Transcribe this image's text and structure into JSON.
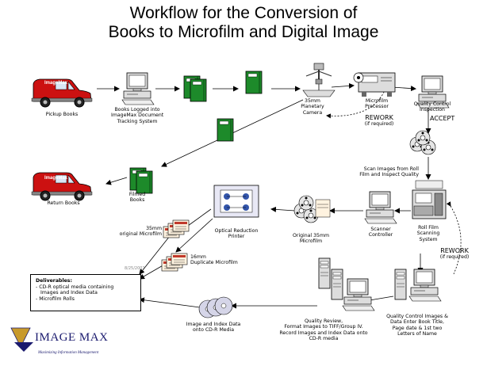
{
  "title": {
    "line1": "Workflow for the Conversion of",
    "line2": "Books to Microfilm and Digital Image"
  },
  "icons": {
    "van": "delivery-van-icon",
    "computer": "computer-icon",
    "binder": "binder-icon",
    "camera": "planetary-camera-icon",
    "processor": "microfilm-processor-icon",
    "film_reels": "film-reels-icon",
    "scanner": "film-scanner-icon",
    "cd": "cd-rom-icon",
    "fiche": "microfilm-fiche-icon",
    "printer": "reduction-printer-icon",
    "tower": "tower-computer-icon"
  },
  "colors": {
    "van_red": "#cc1111",
    "binder_green": "#1d8a2a",
    "logo_navy": "#1a1a6e",
    "logo_gold": "#c89a2c"
  },
  "labels": {
    "pickup": "Pickup Books",
    "van_brand": "ImageMax",
    "books_logged": [
      "Books Logged into",
      "ImageMax Document",
      "Tracking System"
    ],
    "camera": [
      "35mm",
      "Planetary",
      "Camera"
    ],
    "processor": [
      "Microfilm",
      "Processor"
    ],
    "qc_inspection": [
      "Quality Control",
      "Inspection"
    ],
    "accept": "ACCEPT",
    "rework_top": [
      "REWORK",
      "(if required)"
    ],
    "filmed_books": [
      "Filmed",
      "Books"
    ],
    "return_books": "Return Books",
    "scan_images": [
      "Scan Images from Roll",
      "Film and Inspect Quality"
    ],
    "scanner_controller": [
      "Scanner",
      "Controller"
    ],
    "roll_film_scanning": [
      "Roll Film",
      "Scanning",
      "System"
    ],
    "original_35mm": [
      "Original 35mm",
      "Microfilm"
    ],
    "optical_printer": [
      "Optical Reduction",
      "Printer"
    ],
    "original_35mm_top": [
      "35mm",
      "original Microfilm"
    ],
    "duplicate_16mm": [
      "16mm",
      "Duplicate Microfilm"
    ],
    "rework_right": [
      "REWORK",
      "(if required)"
    ],
    "qc_images": [
      "Quality Control Images &",
      "Data Enter Book Title,",
      "Page date & 1st two",
      "Letters of Name"
    ],
    "quality_review": [
      "Quality Review,",
      "Format Images to TIFF/Group IV.",
      "Record Images and Index Data onto",
      "CD-R media"
    ],
    "image_index": [
      "Image and Index Data",
      "onto CD-R Media"
    ],
    "date_stamp": "8/25/2002"
  },
  "deliverables": {
    "heading": "Deliverables:",
    "items": [
      "- CD-R optical media containing",
      "  Images and Index Data",
      "- Microfilm Rolls"
    ]
  },
  "logo": {
    "name": "IMAGE MAX",
    "tagline": "Maximizing Information Management"
  }
}
